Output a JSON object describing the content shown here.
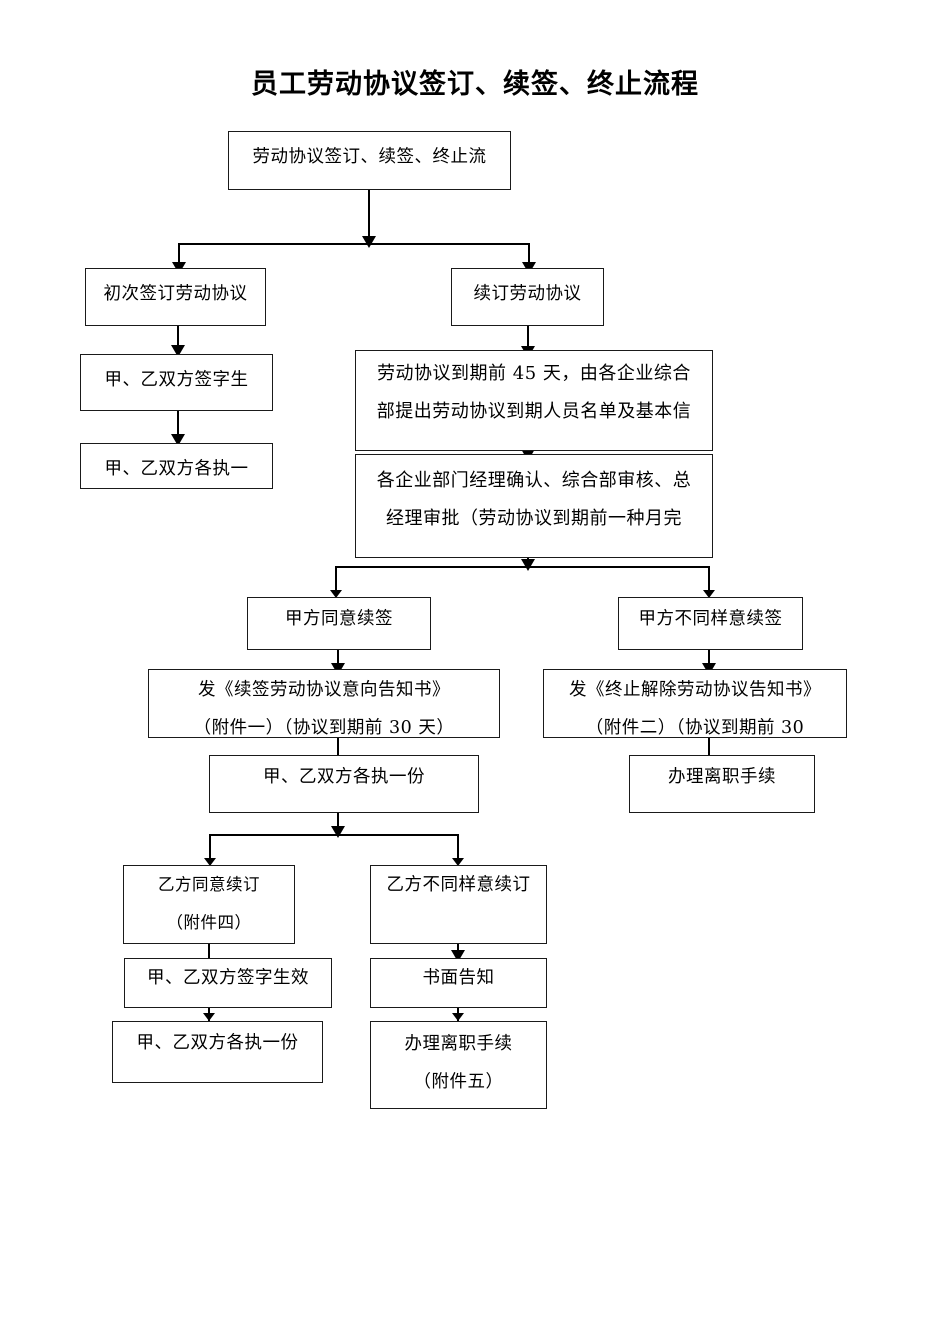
{
  "document": {
    "title": "员工劳动协议签订、续签、终止流程"
  },
  "flowchart": {
    "nodes": {
      "start": {
        "lines": [
          "劳动协议签订、续签、终止流"
        ]
      },
      "first_sign": {
        "lines": [
          "初次签订劳动协议"
        ]
      },
      "first_sign_signature": {
        "lines": [
          "甲、乙双方签字生"
        ]
      },
      "first_sign_copies": {
        "lines": [
          "甲、乙双方各执一"
        ]
      },
      "renew": {
        "lines": [
          "续订劳动协议"
        ]
      },
      "notice_45": {
        "lines": [
          "劳动协议到期前 45 天，由各企业综合",
          "部提出劳动协议到期人员名单及基本信"
        ]
      },
      "approval": {
        "lines": [
          "各企业部门经理确认、综合部审核、总",
          "经理审批（劳动协议到期前一种月完"
        ]
      },
      "party_a_agree": {
        "lines": [
          "甲方同意续签"
        ]
      },
      "party_a_disagree": {
        "lines": [
          "甲方不同样意续签"
        ]
      },
      "renew_notice": {
        "lines": [
          "发《续签劳动协议意向告知书》",
          "（附件一）（协议到期前 30 天）"
        ]
      },
      "terminate_notice": {
        "lines": [
          "发《终止解除劳动协议告知书》",
          "（附件二）（协议到期前 30"
        ]
      },
      "both_hold_copy": {
        "lines": [
          "甲、乙双方各执一份"
        ]
      },
      "exit_formalities_right": {
        "lines": [
          "办理离职手续"
        ]
      },
      "party_b_agree": {
        "lines": [
          "乙方同意续订",
          "（附件四）"
        ]
      },
      "party_b_disagree": {
        "lines": [
          "乙方不同样意续订"
        ]
      },
      "sign_effective": {
        "lines": [
          "甲、乙双方签字生效"
        ]
      },
      "both_hold_copy_final": {
        "lines": [
          "甲、乙双方各执一份"
        ]
      },
      "written_notice": {
        "lines": [
          "书面告知"
        ]
      },
      "exit_formalities_bottom": {
        "lines": [
          "办理离职手续",
          "（附件五）"
        ]
      }
    }
  }
}
